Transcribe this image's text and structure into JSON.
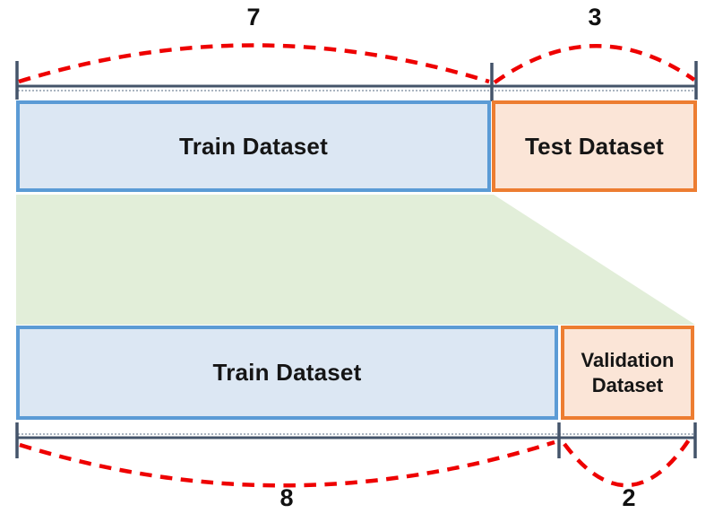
{
  "diagram": {
    "description": "Dataset split diagram: train/test split re-split into train/validation",
    "top_row": {
      "left_measure_label": "7",
      "right_measure_label": "3",
      "train_box_label": "Train Dataset",
      "test_box_label": "Test Dataset"
    },
    "bottom_row": {
      "left_measure_label": "8",
      "right_measure_label": "2",
      "train_box_label": "Train Dataset",
      "validation_box_label": "Validation Dataset"
    },
    "colors": {
      "blue_border": "#5b9bd5",
      "blue_fill": "#dce7f3",
      "orange_border": "#ed7d31",
      "orange_fill": "#fbe5d7",
      "green_flow_fill": "#e2eed9",
      "measure_line": "#44546a",
      "measure_line_texture": "#8e9bac",
      "brace_red": "#ee0000",
      "text": "#111111"
    }
  }
}
